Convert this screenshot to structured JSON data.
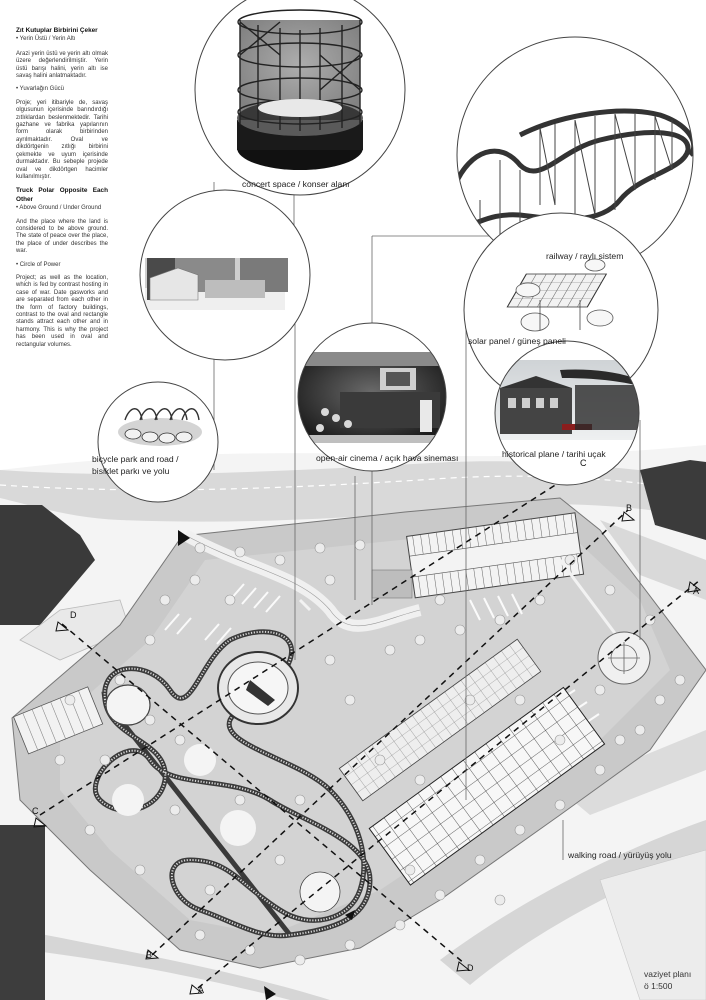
{
  "text_column": {
    "title_tr": "Zıt Kutuplar Birbirini Çeker",
    "bullet1_tr": "• Yerin Üstü / Yerin Altı",
    "para1_tr": "Arazi yerin üstü ve yerin altı olmak üzere değerlendirilmiştir. Yerin üstü barışı halini, yerin altı ise savaş halini anlatmaktadır.",
    "bullet2_tr": "• Yuvarlağın Gücü",
    "para2_tr": "Proje; yeri itibariyle de, savaş olgusunun içerisinde barındırdığı zıtlıklardan beslenmektedir. Tarihi gazhane ve fabrika yapılarının form olarak birbirinden ayrılmaktadır. Oval ve dikdörtgenin zıtlığı birbirini çekmekte ve uyum içerisinde durmaktadır. Bu sebeple projede oval ve dikdörtgen hacimler kullanılmıştır.",
    "title_en": "Truck Polar Opposite Each Other",
    "bullet1_en": "• Above Ground / Under Ground",
    "para1_en": "And the place where the land is considered to be above ground. The state of peace over the place, the place of under describes the war.",
    "bullet2_en": "• Circle of Power",
    "para2_en": "Project; as well as the location, which is fed by contrast hosting in case of war. Date gasworks and are separated from each other in the form of factory buildings, contrast to the oval and rectangle stands attract each other and in harmony. This is why the project has been used in oval and rectangular volumes."
  },
  "callouts": {
    "concert": "concert space / konser alanı",
    "railway": "railway / raylı sistem",
    "solar": "solar panel / güneş paneli",
    "cinema": "open-air cinema / açık hava sineması",
    "plane": "historical plane / tarihi uçak",
    "bicycle_1": "bicycle park and road /",
    "bicycle_2": "bisiklet parkı ve yolu",
    "walking": "walking road / yürüyüş yolu"
  },
  "section_markers": [
    "A",
    "A",
    "B",
    "B",
    "C",
    "C",
    "D",
    "D"
  ],
  "plan_title": "vaziyet planı",
  "scale": "ö 1:500"
}
